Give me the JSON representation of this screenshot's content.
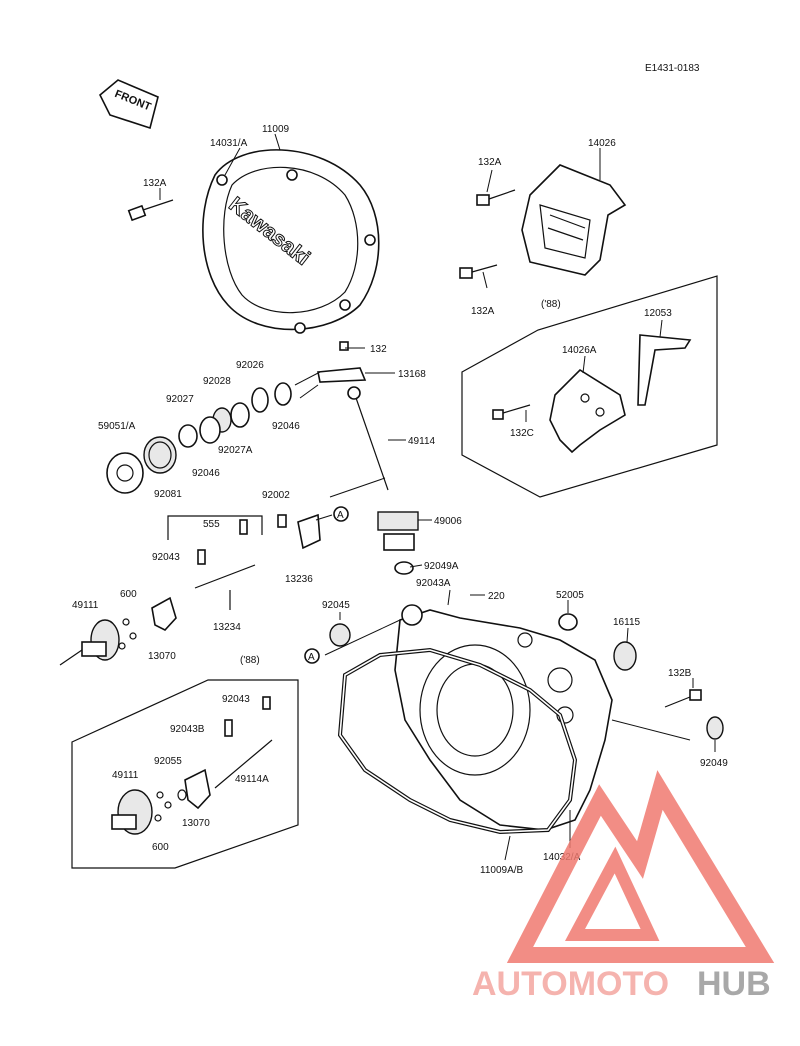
{
  "diagram_code": "E1431-0183",
  "front_label": "FRONT",
  "brand_on_cover": "Kawasaki",
  "variant_note": "('88)",
  "circle_marker": "A",
  "labels": {
    "p11009": "11009",
    "p14031A": "14031/A",
    "p132A_top": "132A",
    "p132A_right1": "132A",
    "p132A_right2": "132A",
    "p14026": "14026",
    "p12053": "12053",
    "p14026A": "14026A",
    "p132C": "132C",
    "p132": "132",
    "p13168": "13168",
    "p49114": "49114",
    "p92026": "92026",
    "p92028": "92028",
    "p92027": "92027",
    "p92046a": "92046",
    "p92046b": "92046",
    "p92027A": "92027A",
    "p59051A": "59051/A",
    "p92081": "92081",
    "p92002": "92002",
    "p555": "555",
    "p92043a": "92043",
    "p13236": "13236",
    "p13234": "13234",
    "p49006": "49006",
    "p92049A": "92049A",
    "p92043A": "92043A",
    "p220": "220",
    "p92045": "92045",
    "p52005": "52005",
    "p16115": "16115",
    "p49111a": "49111",
    "p600a": "600",
    "p13070a": "13070",
    "p132B": "132B",
    "p92049": "92049",
    "p92043b": "92043",
    "p92043B": "92043B",
    "p92055": "92055",
    "p49111b": "49111",
    "p49114A": "49114A",
    "p13070b": "13070",
    "p600b": "600",
    "p11009AB": "11009A/B",
    "p14032A": "14032/A"
  },
  "watermark": {
    "part1": "AUTOMOTO",
    "part2": "HUB",
    "color_primary": "#f4a6a0",
    "color_secondary": "#9a9a9a",
    "color_logo": "#f07a70"
  }
}
